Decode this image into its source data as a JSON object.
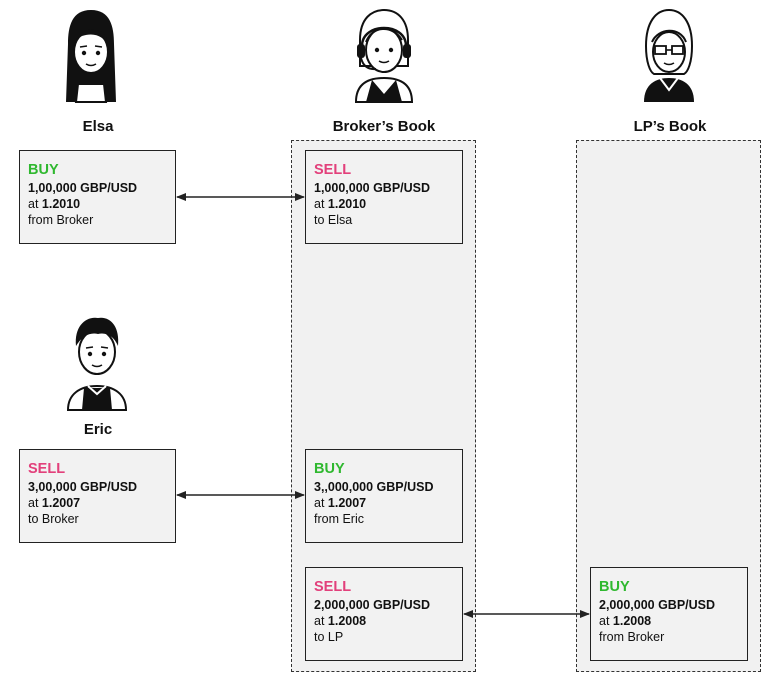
{
  "people": {
    "elsa": {
      "name": "Elsa"
    },
    "broker": {
      "name": "Broker’s Book"
    },
    "lp": {
      "name": "LP’s Book"
    },
    "eric": {
      "name": "Eric"
    }
  },
  "colors": {
    "buy": "#2fb82f",
    "sell": "#e2407b",
    "line": "#222222"
  },
  "cards": {
    "elsa_trade": {
      "action": "BUY",
      "qty": "1,00,000 GBP/USD",
      "at": "at ",
      "rate": "1.2010",
      "party": "from Broker"
    },
    "broker_sell_elsa": {
      "action": "SELL",
      "qty": "1,000,000 GBP/USD",
      "at": "at ",
      "rate": "1.2010",
      "party": "to Elsa"
    },
    "eric_trade": {
      "action": "SELL",
      "qty": "3,00,000 GBP/USD",
      "at": "at ",
      "rate": "1.2007",
      "party": "to Broker"
    },
    "broker_buy_eric": {
      "action": "BUY",
      "qty": "3,,000,000 GBP/USD",
      "at": "at ",
      "rate": "1.2007",
      "party": "from Eric"
    },
    "broker_sell_lp": {
      "action": "SELL",
      "qty": "2,000,000 GBP/USD",
      "at": "at ",
      "rate": "1.2008",
      "party": "to LP"
    },
    "lp_buy": {
      "action": "BUY",
      "qty": "2,000,000 GBP/USD",
      "at": "at ",
      "rate": "1.2008",
      "party": "from Broker"
    }
  }
}
